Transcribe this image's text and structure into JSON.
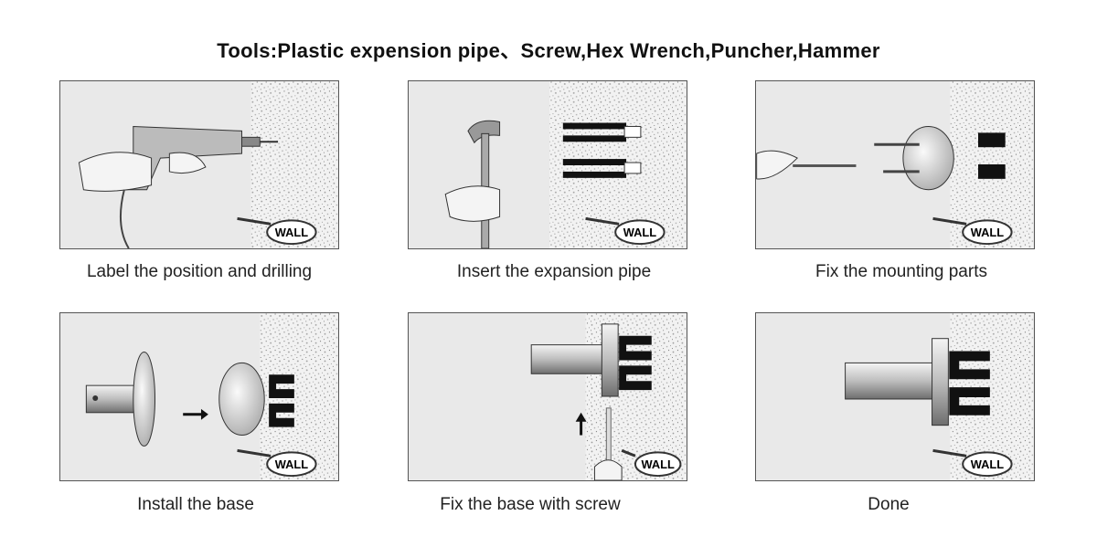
{
  "title": "Tools:Plastic expension  pipe、Screw,Hex Wrench,Puncher,Hammer",
  "wall_label": "WALL",
  "steps": [
    {
      "caption": "Label the position and drilling",
      "icon": "drill-icon"
    },
    {
      "caption": "Insert the  expansion pipe",
      "icon": "hammer-icon"
    },
    {
      "caption": "Fix the  mounting parts",
      "icon": "screwdriver-icon"
    },
    {
      "caption": "Install the base",
      "icon": "base-icon"
    },
    {
      "caption": "Fix the base with screw",
      "icon": "hex-wrench-icon"
    },
    {
      "caption": "Done",
      "icon": "done-icon"
    }
  ]
}
